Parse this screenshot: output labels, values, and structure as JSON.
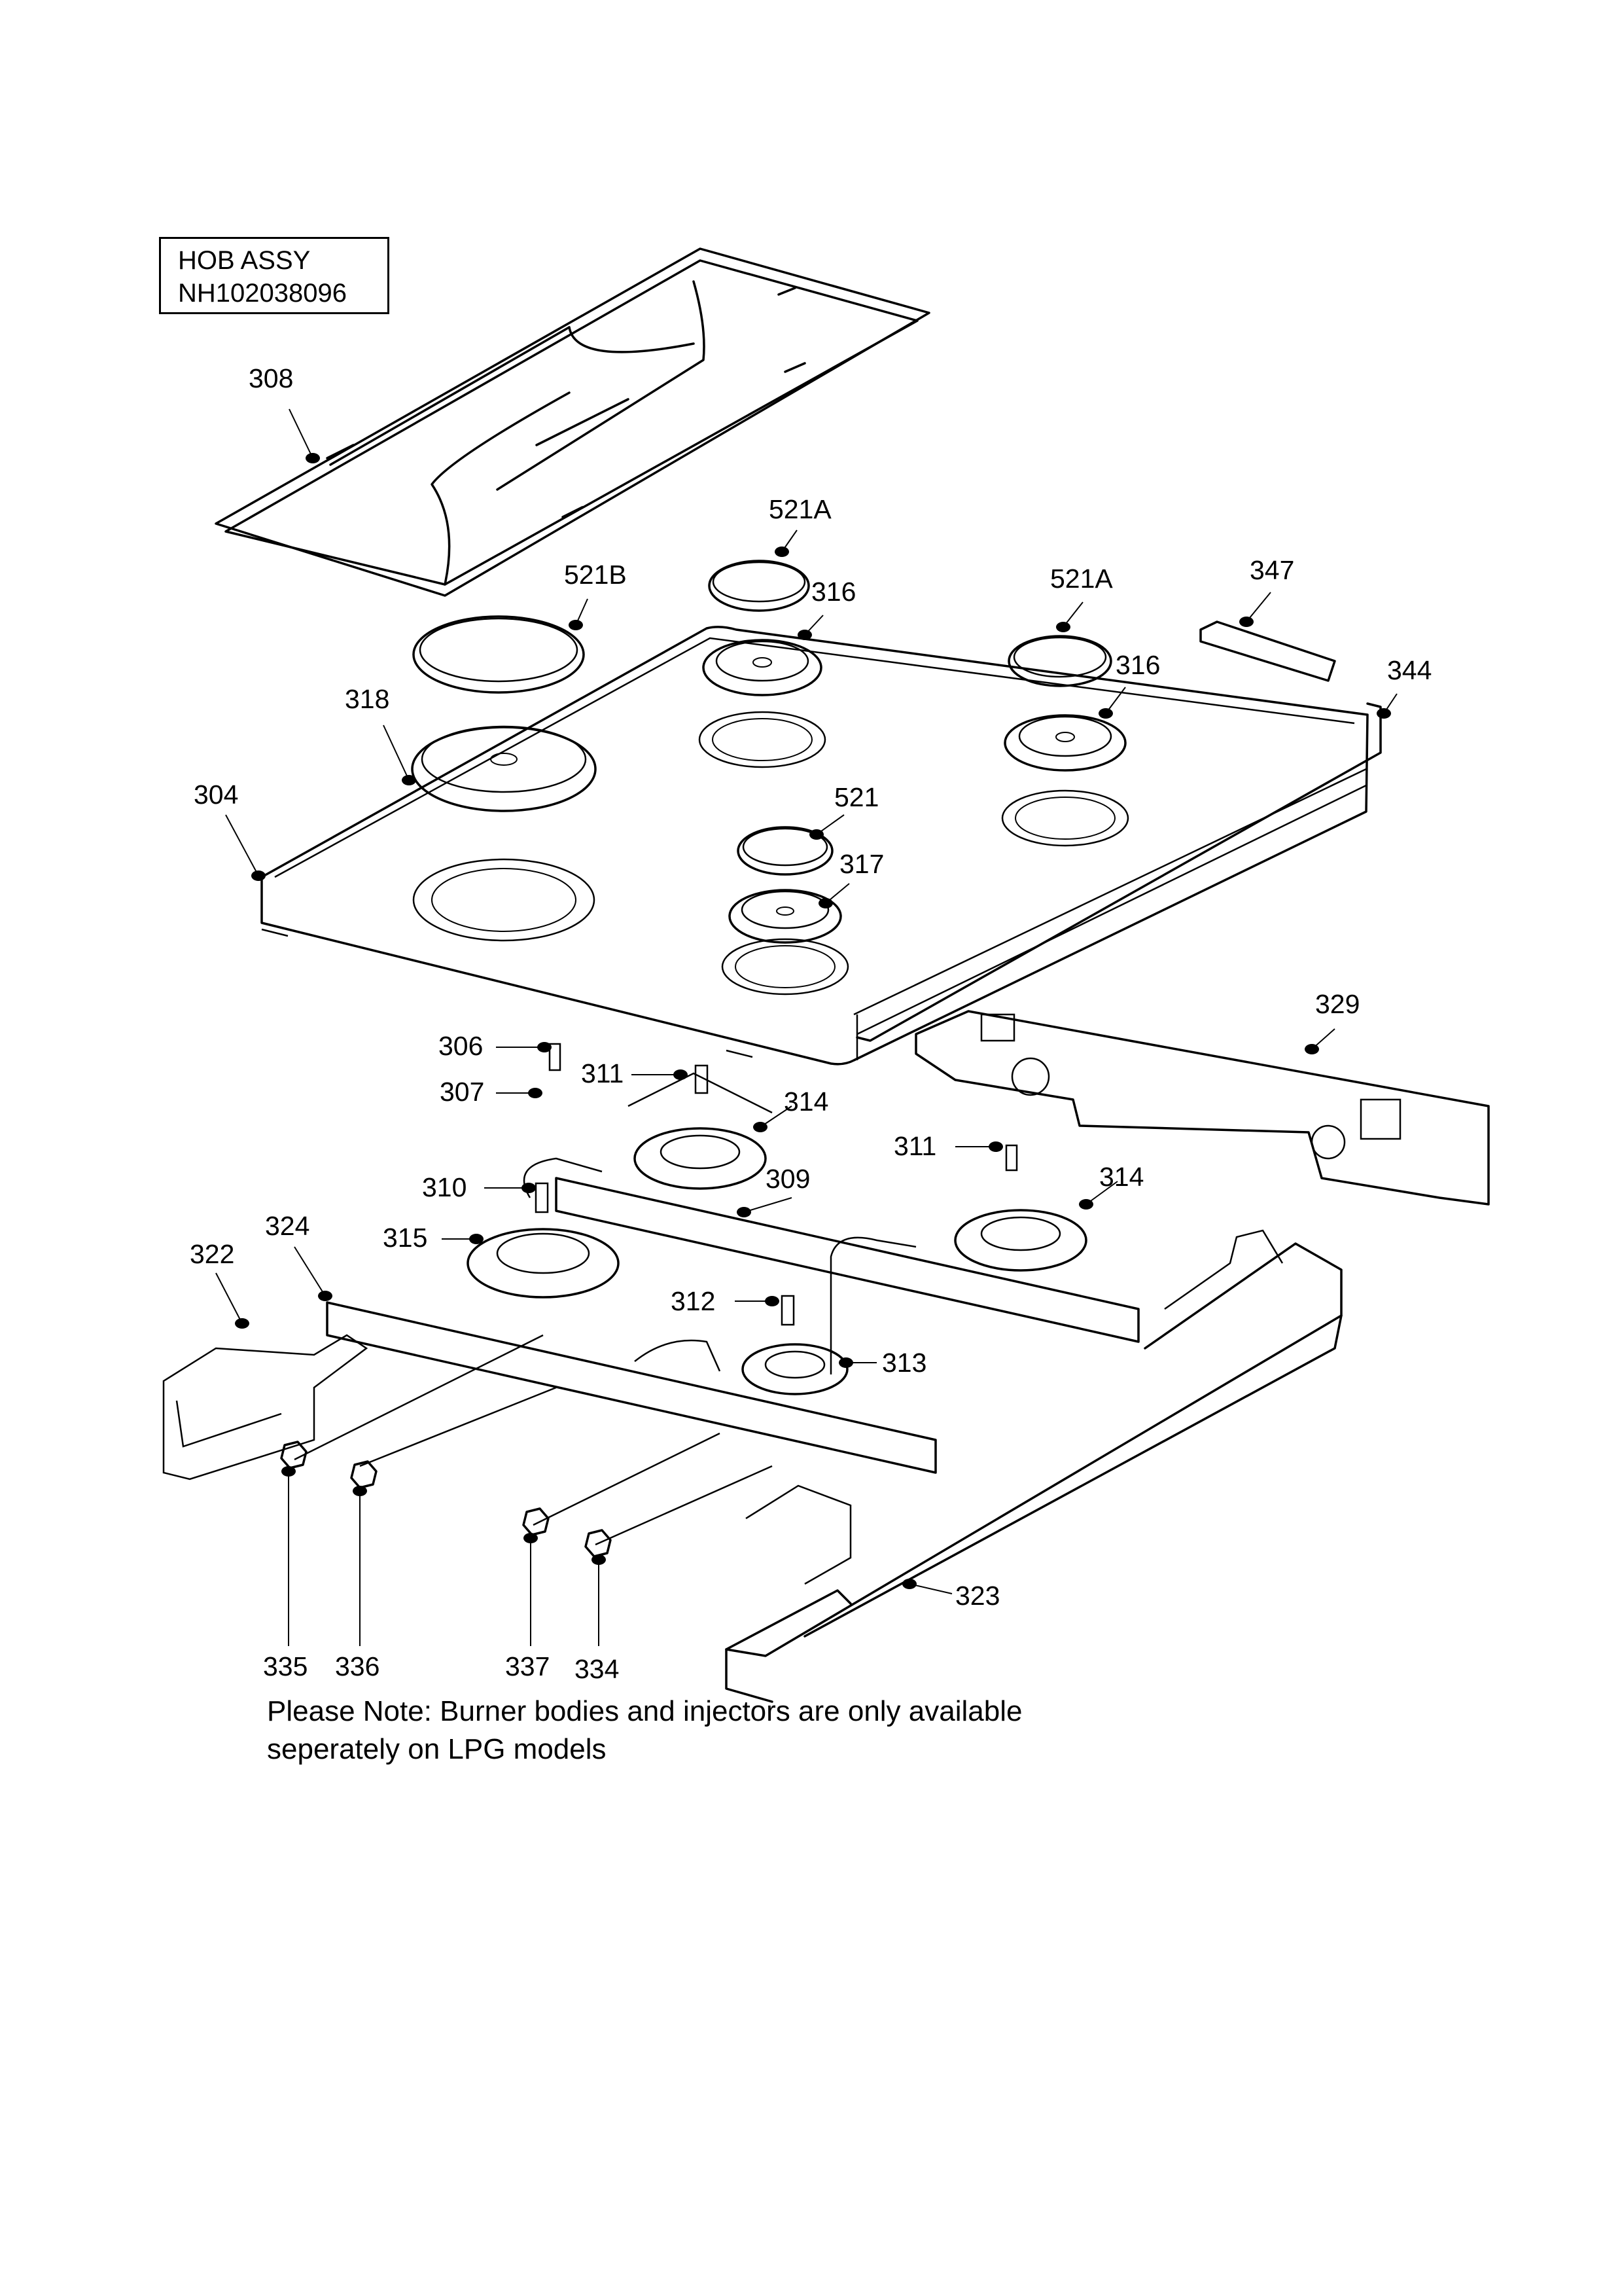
{
  "header": {
    "title_line1": "HOB ASSY",
    "title_line2": "NH102038096"
  },
  "note": {
    "line1": "Please Note: Burner bodies and injectors are only available",
    "line2": "seperately on LPG models"
  },
  "callouts": [
    {
      "id": "308",
      "label": "308"
    },
    {
      "id": "521A-a",
      "label": "521A"
    },
    {
      "id": "521B",
      "label": "521B"
    },
    {
      "id": "316-a",
      "label": "316"
    },
    {
      "id": "521A-b",
      "label": "521A"
    },
    {
      "id": "347",
      "label": "347"
    },
    {
      "id": "316-b",
      "label": "316"
    },
    {
      "id": "344",
      "label": "344"
    },
    {
      "id": "318",
      "label": "318"
    },
    {
      "id": "304",
      "label": "304"
    },
    {
      "id": "521",
      "label": "521"
    },
    {
      "id": "317",
      "label": "317"
    },
    {
      "id": "329",
      "label": "329"
    },
    {
      "id": "306",
      "label": "306"
    },
    {
      "id": "311-a",
      "label": "311"
    },
    {
      "id": "307",
      "label": "307"
    },
    {
      "id": "314-a",
      "label": "314"
    },
    {
      "id": "311-b",
      "label": "311"
    },
    {
      "id": "314-b",
      "label": "314"
    },
    {
      "id": "310",
      "label": "310"
    },
    {
      "id": "309",
      "label": "309"
    },
    {
      "id": "324",
      "label": "324"
    },
    {
      "id": "315",
      "label": "315"
    },
    {
      "id": "322",
      "label": "322"
    },
    {
      "id": "312",
      "label": "312"
    },
    {
      "id": "313",
      "label": "313"
    },
    {
      "id": "323",
      "label": "323"
    },
    {
      "id": "335",
      "label": "335"
    },
    {
      "id": "336",
      "label": "336"
    },
    {
      "id": "337",
      "label": "337"
    },
    {
      "id": "334",
      "label": "334"
    }
  ]
}
